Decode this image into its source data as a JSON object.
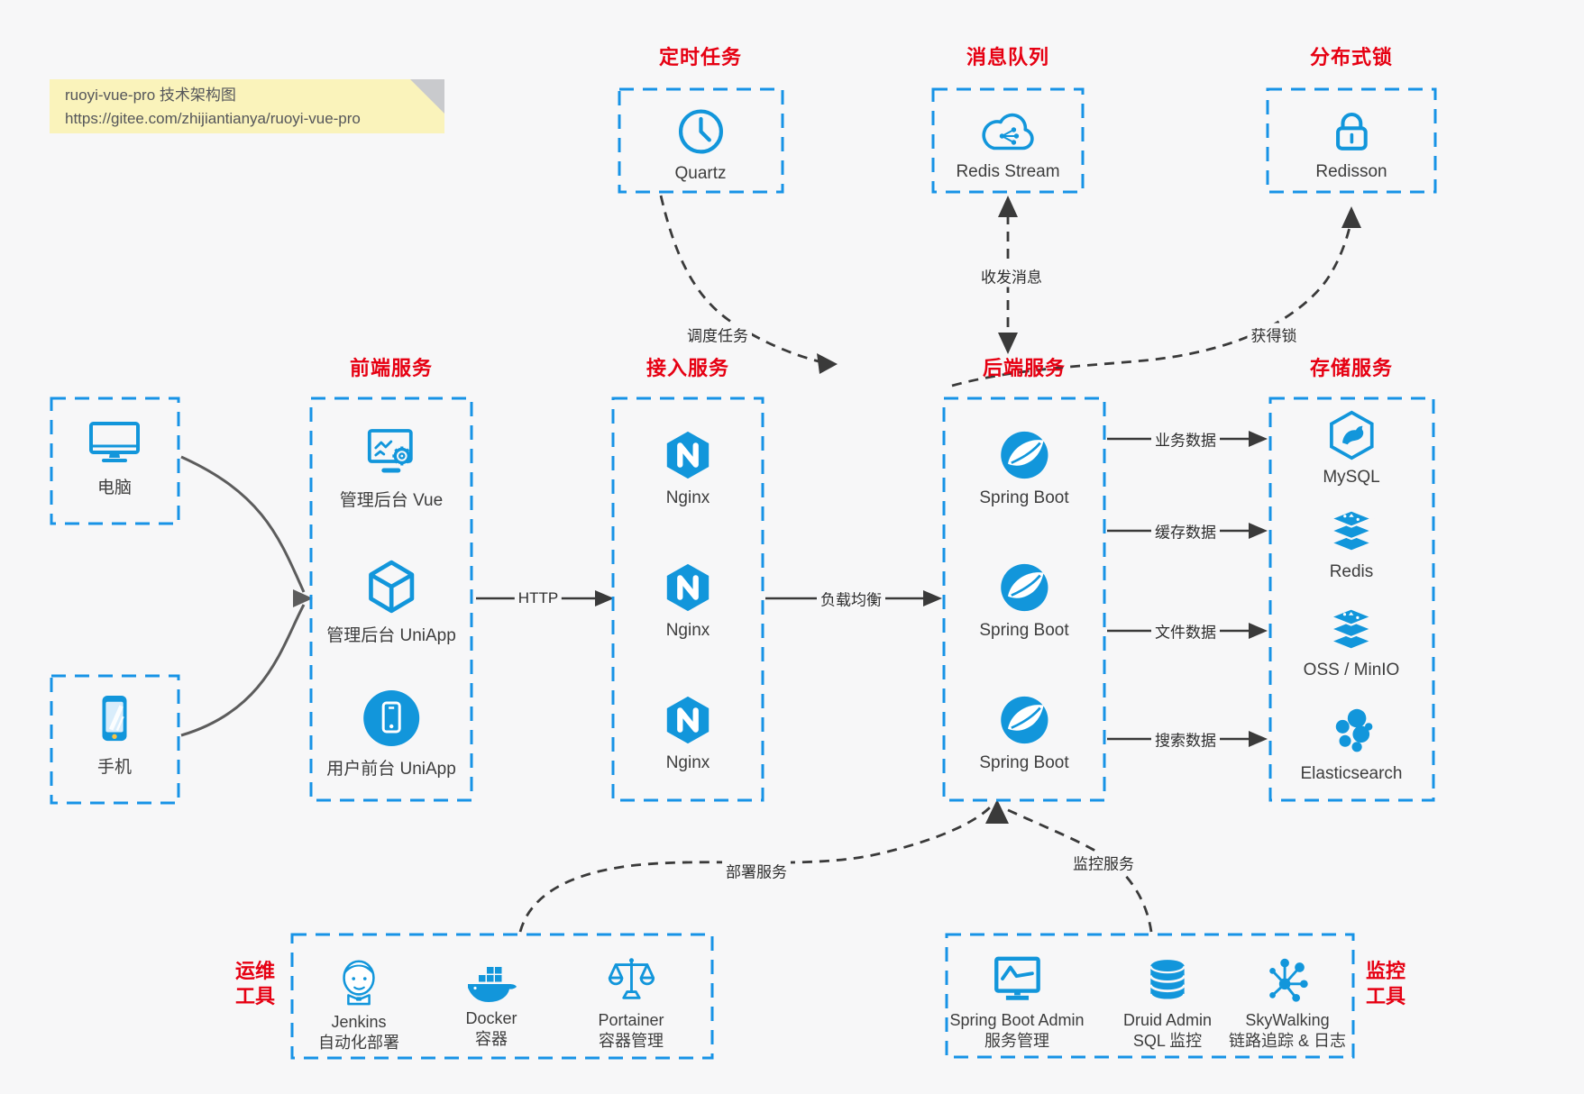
{
  "note": {
    "line1": "ruoyi-vue-pro 技术架构图",
    "line2": "https://gitee.com/zhijiantianya/ruoyi-vue-pro"
  },
  "titles": {
    "scheduled": "定时任务",
    "mq": "消息队列",
    "lock": "分布式锁",
    "frontend": "前端服务",
    "gateway": "接入服务",
    "backend": "后端服务",
    "storage": "存储服务"
  },
  "side_titles": {
    "ops_line1": "运维",
    "ops_line2": "工具",
    "monitor_line1": "监控",
    "monitor_line2": "工具"
  },
  "nodes": {
    "quartz": "Quartz",
    "redis_stream": "Redis Stream",
    "redisson": "Redisson",
    "computer": "电脑",
    "phone": "手机",
    "frontend": [
      "管理后台 Vue",
      "管理后台 UniApp",
      "用户前台 UniApp"
    ],
    "gateway": [
      "Nginx",
      "Nginx",
      "Nginx"
    ],
    "backend": [
      "Spring Boot",
      "Spring Boot",
      "Spring Boot"
    ],
    "storage": [
      "MySQL",
      "Redis",
      "OSS / MinIO",
      "Elasticsearch"
    ],
    "ops": [
      {
        "name": "Jenkins",
        "desc": "自动化部署"
      },
      {
        "name": "Docker",
        "desc": "容器"
      },
      {
        "name": "Portainer",
        "desc": "容器管理"
      }
    ],
    "monitor": [
      {
        "name": "Spring Boot Admin",
        "desc": "服务管理"
      },
      {
        "name": "Druid Admin",
        "desc": "SQL 监控"
      },
      {
        "name": "SkyWalking",
        "desc": "链路追踪 & 日志"
      }
    ]
  },
  "edge_labels": {
    "http": "HTTP",
    "load_balance": "负载均衡",
    "schedule": "调度任务",
    "message": "收发消息",
    "lock": "获得锁",
    "business": "业务数据",
    "cache": "缓存数据",
    "file": "文件数据",
    "search": "搜索数据",
    "deploy": "部署服务",
    "monitor": "监控服务"
  },
  "colors": {
    "icon_blue": "#1296db",
    "border_blue": "#1793e6",
    "title_red": "#e60012",
    "note_bg": "#faf3bb",
    "background": "#f7f7f8"
  }
}
